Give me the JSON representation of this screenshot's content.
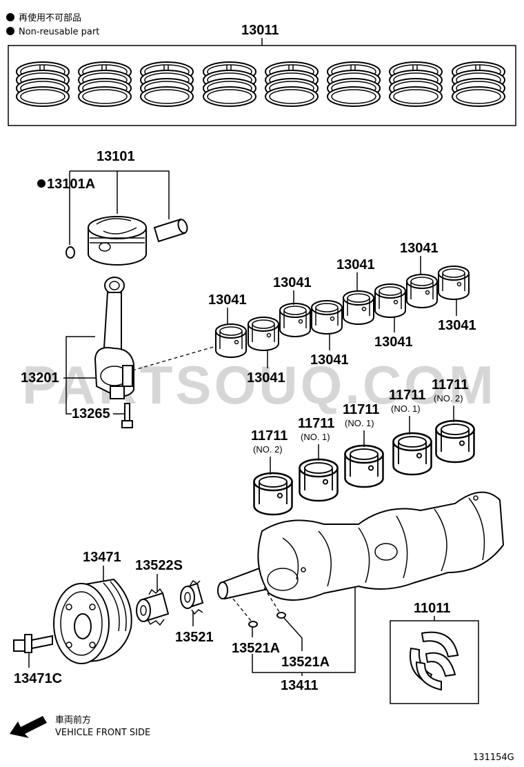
{
  "legend": {
    "non_reusable_jp": "再使用不可部品",
    "non_reusable_en": "Non-reusable part"
  },
  "watermark": "PARTSOUQ.COM",
  "front_label": {
    "jp": "車両前方",
    "en": "VEHICLE FRONT SIDE"
  },
  "diagram_code": "131154G",
  "parts": {
    "ring_set": "13011",
    "piston": "13101",
    "snap_ring": "13101A",
    "conrod_bearings": [
      "13041",
      "13041",
      "13041",
      "13041",
      "13041",
      "13041",
      "13041",
      "13041"
    ],
    "conrod": "13201",
    "conrod_bolt": "13265",
    "main_bearings": [
      {
        "pn": "11711",
        "note": "(NO. 2)"
      },
      {
        "pn": "11711",
        "note": "(NO. 1)"
      },
      {
        "pn": "11711",
        "note": "(NO. 1)"
      },
      {
        "pn": "11711",
        "note": "(NO. 1)"
      },
      {
        "pn": "11711",
        "note": "(NO. 2)"
      }
    ],
    "pulley": "13471",
    "pulley_bolt": "13471C",
    "crank_sprocket": "13522S",
    "crank_gear": "13521",
    "keys": [
      "13521A",
      "13521A"
    ],
    "crankshaft": "13411",
    "thrust_washer": "11011"
  }
}
